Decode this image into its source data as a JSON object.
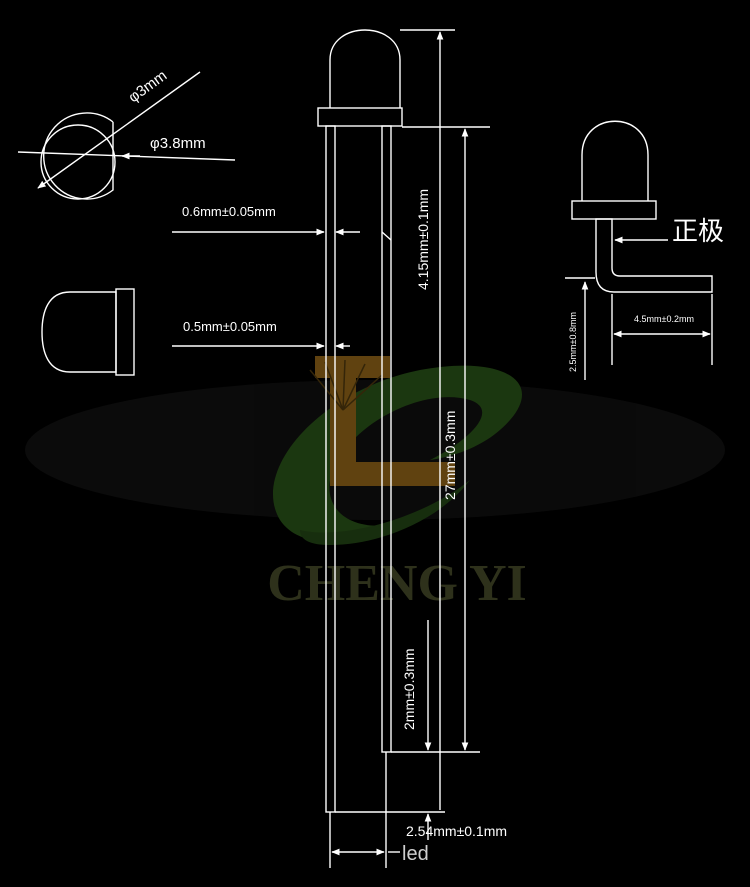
{
  "dimensions": {
    "dia_3": "φ3mm",
    "dia_3_8": "φ3.8mm",
    "pin_thickness": "0.6mm±0.05mm",
    "pin_width": "0.5mm±0.05mm",
    "body_height": "4.15mm±0.1mm",
    "lead_length": "27mm±0.3mm",
    "flange_gap": "2mm±0.3mm",
    "pin_pitch": "2.54mm±0.1mm",
    "bend_height": "2.5mm±0.8mm",
    "bend_length": "4.5mm±0.2mm"
  },
  "labels": {
    "anode": "正极"
  },
  "watermark": {
    "brand": "CHENG YI",
    "site": "led"
  },
  "colors": {
    "background": "#000000",
    "line": "#ffffff",
    "watermark_green": "#1f3d12",
    "watermark_gold": "#6b4a12",
    "watermark_text": "#33371f"
  }
}
